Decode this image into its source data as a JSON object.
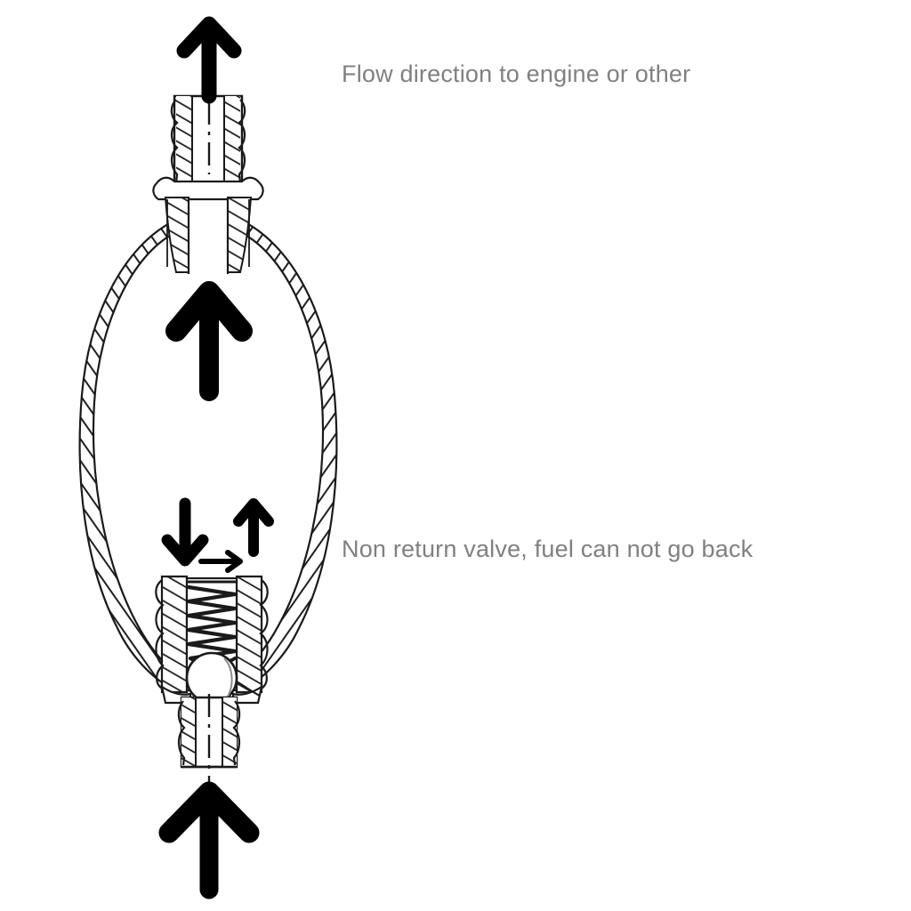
{
  "diagram": {
    "title": "Fuel primer bulb cross-section",
    "background_color": "#ffffff",
    "line_color": "#1a1a1a",
    "arrow_color": "#000000",
    "hatch_color": "#2b2b2b",
    "label_color": "#808080"
  },
  "labels": {
    "flow_direction": "Flow direction to engine or other",
    "non_return_valve": "Non return valve, fuel can not go back"
  },
  "annotations": {
    "arrow_outlet_top": "up",
    "arrow_bulb_center": "up",
    "arrow_valve_down": "down",
    "arrow_valve_up": "up",
    "arrow_valve_right": "right",
    "arrow_inlet_bottom": "up"
  },
  "components": {
    "outlet_nozzle": "barbed outlet nozzle",
    "bulb_body": "hand pump bulb body",
    "check_valve": "spring loaded ball check valve",
    "spring": "compression spring",
    "ball": "valve ball",
    "inlet_nozzle": "barbed inlet nozzle",
    "centerline": "dash dot centerline"
  }
}
